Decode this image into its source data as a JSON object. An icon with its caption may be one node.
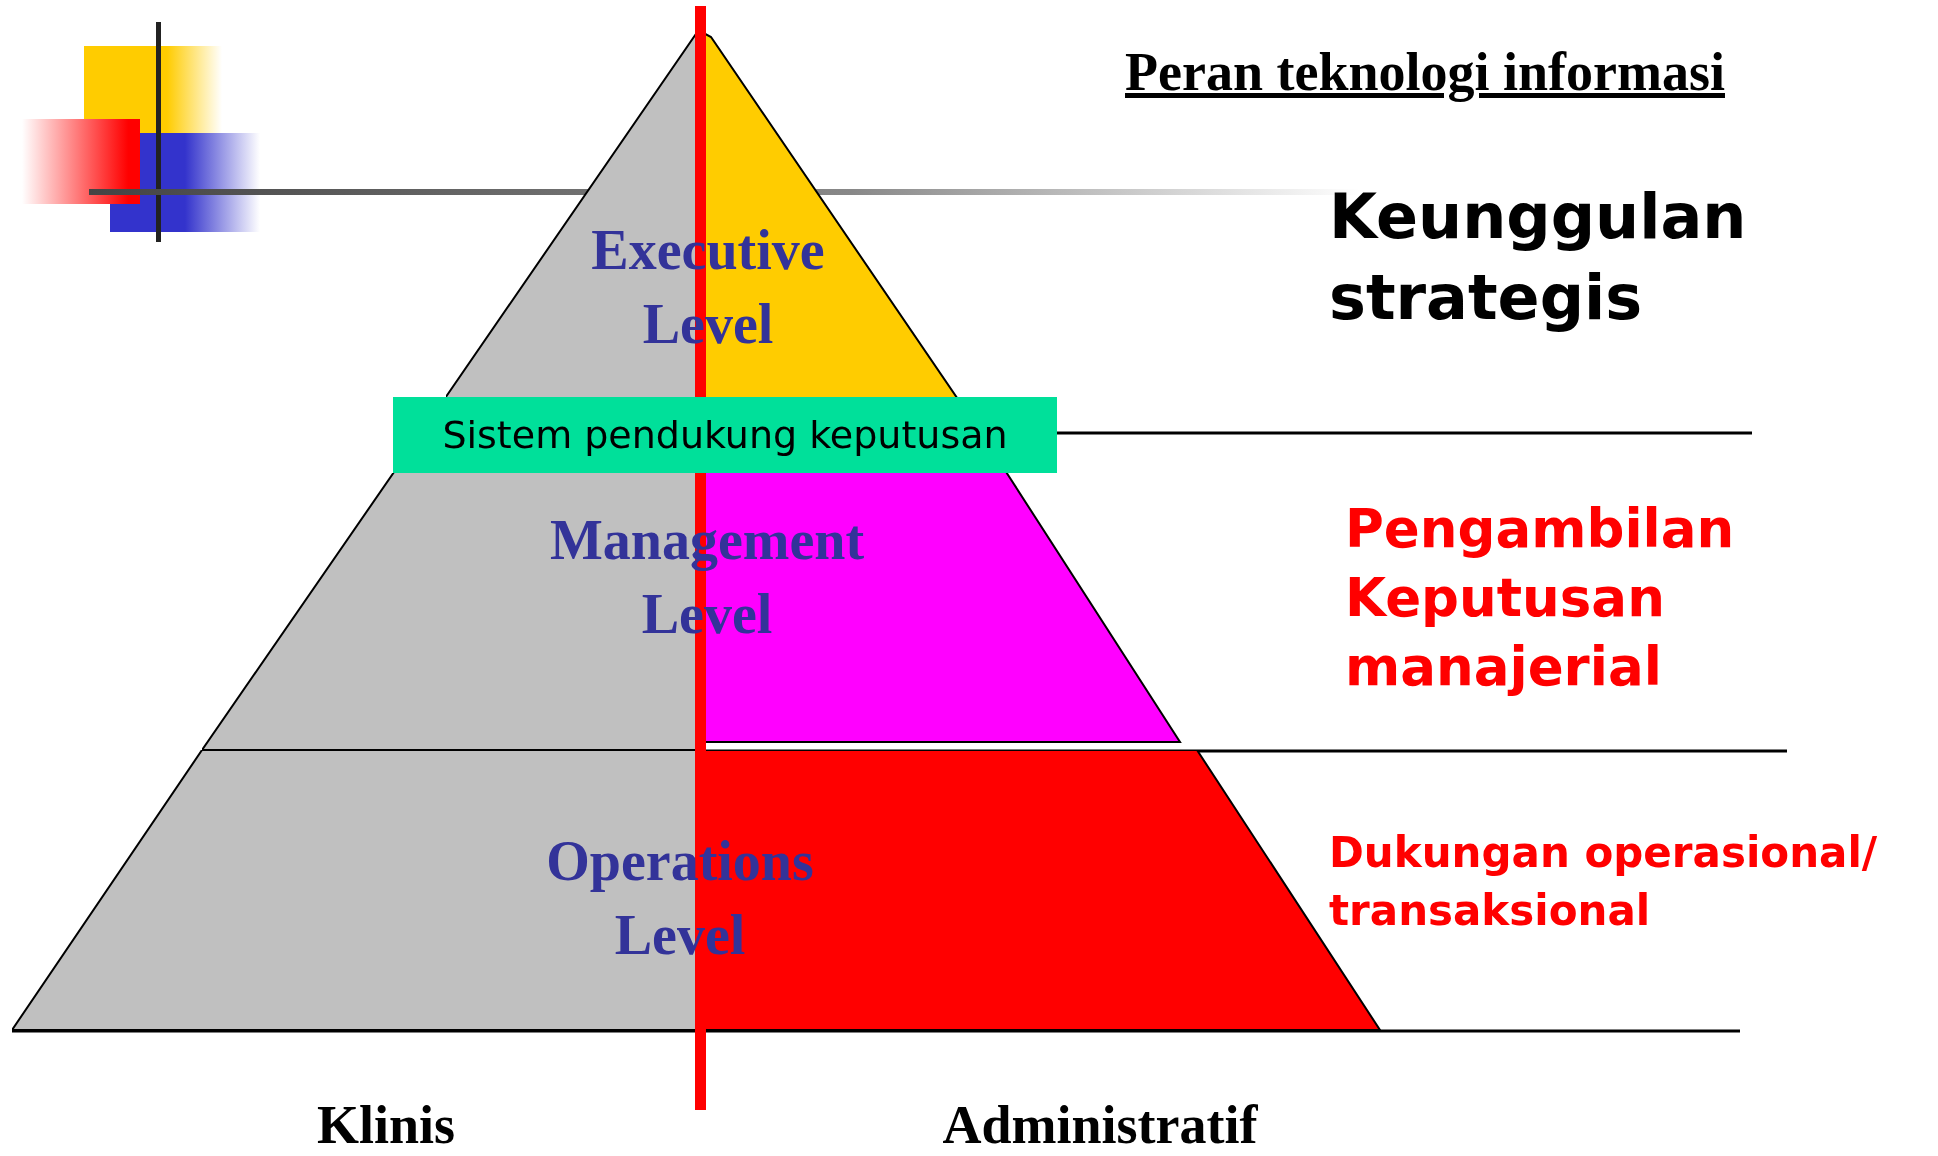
{
  "diagram": {
    "title": "Peran teknologi informasi",
    "nodes": [
      {
        "text": [
          "Executive Level"
        ]
      },
      {
        "text": [
          "Management Level"
        ]
      },
      {
        "text": [
          "Operations Level"
        ]
      },
      {
        "text": [
          "Sistem pendukung keputusan"
        ]
      }
    ],
    "labels": [
      "Keunggulan strategis",
      "Pengambilan Keputusan manajerial",
      "Dukungan operasional/ transaksional",
      "Klinis",
      "Administratif"
    ]
  }
}
